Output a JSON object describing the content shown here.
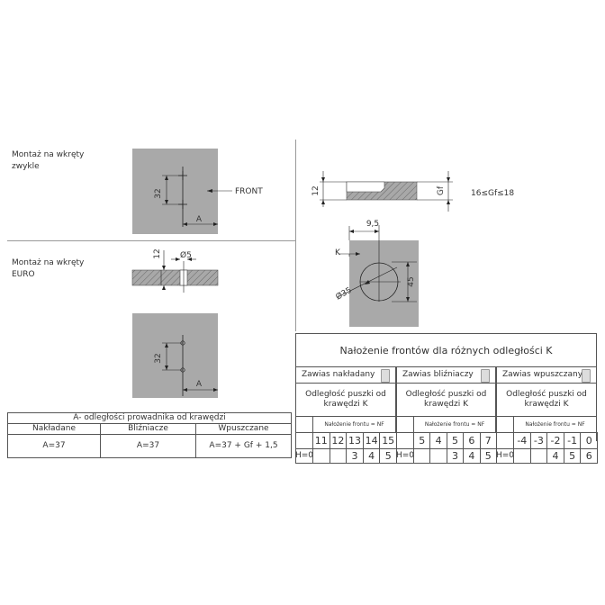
{
  "left": {
    "mount_regular": "Montaż na wkręty\nzwykle",
    "mount_euro": "Montaż na wkręty\nEURO",
    "front_label": "FRONT",
    "dim_32_a": "32",
    "dim_a_1": "A",
    "dim_12": "12",
    "dim_d5": "Ø5",
    "dim_32_b": "32",
    "dim_a_2": "A"
  },
  "right": {
    "dim_12": "12",
    "dim_gf": "Gf",
    "gf_range": "16≤Gf≤18",
    "dim_9_5": "9,5",
    "dim_k": "K",
    "dim_d35": "Ø35",
    "dim_45": "45"
  },
  "a_table": {
    "title": "A- odległości prowadnika od krawędzi",
    "headers": [
      "Nakładane",
      "Bliźniacze",
      "Wpuszczane"
    ],
    "values": [
      "A=37",
      "A=37",
      "A=37 + Gf + 1,5"
    ]
  },
  "k_table": {
    "title": "Nałożenie frontów dla różnych odległości K",
    "groups": [
      {
        "name": "Zawias nakładany",
        "subtitle": "Odległość puszki od krawędzi K",
        "nf_label": "Nałożenie frontu = NF",
        "nf": [
          "11",
          "12",
          "13",
          "14",
          "15"
        ],
        "h_label": "H=0",
        "h": [
          "",
          "",
          "3",
          "4",
          "5"
        ]
      },
      {
        "name": "Zawias bliźniaczy",
        "subtitle": "Odległość puszki od krawędzi K",
        "nf_label": "Nałożenie frontu = NF",
        "nf": [
          "5",
          "4",
          "5",
          "6",
          "7"
        ],
        "h_label": "H=0",
        "h": [
          "",
          "",
          "3",
          "4",
          "5"
        ]
      },
      {
        "name": "Zawias wpuszczany",
        "subtitle": "Odległość puszki od krawędzi K",
        "nf_label": "Nałożenie frontu = NF",
        "nf": [
          "-4",
          "-3",
          "-2",
          "-1",
          "0"
        ],
        "h_label": "H=0",
        "h": [
          "",
          "",
          "4",
          "5",
          "6"
        ]
      }
    ]
  }
}
